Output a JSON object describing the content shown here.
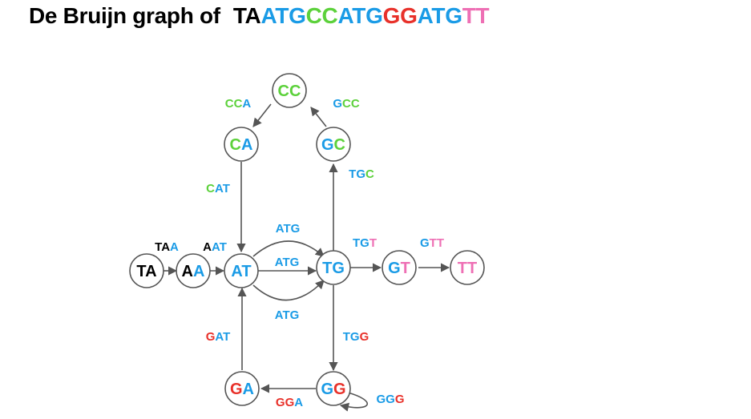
{
  "title": {
    "prefix": "De Bruijn graph of",
    "sequence": [
      {
        "text": "TA",
        "color": "#000000"
      },
      {
        "text": "ATG",
        "color": "#1a9be6"
      },
      {
        "text": "CC",
        "color": "#5cd13b"
      },
      {
        "text": "ATG",
        "color": "#1a9be6"
      },
      {
        "text": "GG",
        "color": "#e8312a"
      },
      {
        "text": "ATG",
        "color": "#1a9be6"
      },
      {
        "text": "TT",
        "color": "#ee6fb4"
      }
    ]
  },
  "colors": {
    "A": "#1a9be6",
    "C": "#5cd13b",
    "G": "#1a9be6",
    "T": "#1a9be6",
    "red": "#e8312a",
    "black": "#000000",
    "pink": "#ee6fb4",
    "edge": "#555555"
  },
  "nodes": [
    {
      "id": "TA",
      "letters": [
        {
          "c": "T",
          "color": "#000000"
        },
        {
          "c": "A",
          "color": "#000000"
        }
      ]
    },
    {
      "id": "AA",
      "letters": [
        {
          "c": "A",
          "color": "#000000"
        },
        {
          "c": "A",
          "color": "#1a9be6"
        }
      ]
    },
    {
      "id": "AT",
      "letters": [
        {
          "c": "A",
          "color": "#1a9be6"
        },
        {
          "c": "T",
          "color": "#1a9be6"
        }
      ]
    },
    {
      "id": "TG",
      "letters": [
        {
          "c": "T",
          "color": "#1a9be6"
        },
        {
          "c": "G",
          "color": "#1a9be6"
        }
      ]
    },
    {
      "id": "GT",
      "letters": [
        {
          "c": "G",
          "color": "#1a9be6"
        },
        {
          "c": "T",
          "color": "#ee6fb4"
        }
      ]
    },
    {
      "id": "TT",
      "letters": [
        {
          "c": "T",
          "color": "#ee6fb4"
        },
        {
          "c": "T",
          "color": "#ee6fb4"
        }
      ]
    },
    {
      "id": "CA",
      "letters": [
        {
          "c": "C",
          "color": "#5cd13b"
        },
        {
          "c": "A",
          "color": "#1a9be6"
        }
      ]
    },
    {
      "id": "CC",
      "letters": [
        {
          "c": "C",
          "color": "#5cd13b"
        },
        {
          "c": "C",
          "color": "#5cd13b"
        }
      ]
    },
    {
      "id": "GC",
      "letters": [
        {
          "c": "G",
          "color": "#1a9be6"
        },
        {
          "c": "C",
          "color": "#5cd13b"
        }
      ]
    },
    {
      "id": "GA",
      "letters": [
        {
          "c": "G",
          "color": "#e8312a"
        },
        {
          "c": "A",
          "color": "#1a9be6"
        }
      ]
    },
    {
      "id": "GG",
      "letters": [
        {
          "c": "G",
          "color": "#1a9be6"
        },
        {
          "c": "G",
          "color": "#e8312a"
        }
      ]
    }
  ],
  "edges": [
    {
      "id": "TAA",
      "from": "TA",
      "to": "AA",
      "letters": [
        {
          "c": "T",
          "color": "#000000"
        },
        {
          "c": "A",
          "color": "#000000"
        },
        {
          "c": "A",
          "color": "#1a9be6"
        }
      ]
    },
    {
      "id": "AAT",
      "from": "AA",
      "to": "AT",
      "letters": [
        {
          "c": "A",
          "color": "#000000"
        },
        {
          "c": "A",
          "color": "#1a9be6"
        },
        {
          "c": "T",
          "color": "#1a9be6"
        }
      ]
    },
    {
      "id": "ATG-top",
      "from": "AT",
      "to": "TG",
      "letters": [
        {
          "c": "A",
          "color": "#1a9be6"
        },
        {
          "c": "T",
          "color": "#1a9be6"
        },
        {
          "c": "G",
          "color": "#1a9be6"
        }
      ]
    },
    {
      "id": "ATG-mid",
      "from": "AT",
      "to": "TG",
      "letters": [
        {
          "c": "A",
          "color": "#1a9be6"
        },
        {
          "c": "T",
          "color": "#1a9be6"
        },
        {
          "c": "G",
          "color": "#1a9be6"
        }
      ]
    },
    {
      "id": "ATG-bot",
      "from": "AT",
      "to": "TG",
      "letters": [
        {
          "c": "A",
          "color": "#1a9be6"
        },
        {
          "c": "T",
          "color": "#1a9be6"
        },
        {
          "c": "G",
          "color": "#1a9be6"
        }
      ]
    },
    {
      "id": "TGT",
      "from": "TG",
      "to": "GT",
      "letters": [
        {
          "c": "T",
          "color": "#1a9be6"
        },
        {
          "c": "G",
          "color": "#1a9be6"
        },
        {
          "c": "T",
          "color": "#ee6fb4"
        }
      ]
    },
    {
      "id": "GTT",
      "from": "GT",
      "to": "TT",
      "letters": [
        {
          "c": "G",
          "color": "#1a9be6"
        },
        {
          "c": "T",
          "color": "#ee6fb4"
        },
        {
          "c": "T",
          "color": "#ee6fb4"
        }
      ]
    },
    {
      "id": "TGC",
      "from": "TG",
      "to": "GC",
      "letters": [
        {
          "c": "T",
          "color": "#1a9be6"
        },
        {
          "c": "G",
          "color": "#1a9be6"
        },
        {
          "c": "C",
          "color": "#5cd13b"
        }
      ]
    },
    {
      "id": "GCC",
      "from": "GC",
      "to": "CC",
      "letters": [
        {
          "c": "G",
          "color": "#1a9be6"
        },
        {
          "c": "C",
          "color": "#5cd13b"
        },
        {
          "c": "C",
          "color": "#5cd13b"
        }
      ]
    },
    {
      "id": "CCA",
      "from": "CC",
      "to": "CA",
      "letters": [
        {
          "c": "C",
          "color": "#5cd13b"
        },
        {
          "c": "C",
          "color": "#5cd13b"
        },
        {
          "c": "A",
          "color": "#1a9be6"
        }
      ]
    },
    {
      "id": "CAT",
      "from": "CA",
      "to": "AT",
      "letters": [
        {
          "c": "C",
          "color": "#5cd13b"
        },
        {
          "c": "A",
          "color": "#1a9be6"
        },
        {
          "c": "T",
          "color": "#1a9be6"
        }
      ]
    },
    {
      "id": "TGG",
      "from": "TG",
      "to": "GG",
      "letters": [
        {
          "c": "T",
          "color": "#1a9be6"
        },
        {
          "c": "G",
          "color": "#1a9be6"
        },
        {
          "c": "G",
          "color": "#e8312a"
        }
      ]
    },
    {
      "id": "GGG",
      "from": "GG",
      "to": "GG",
      "letters": [
        {
          "c": "G",
          "color": "#1a9be6"
        },
        {
          "c": "G",
          "color": "#1a9be6"
        },
        {
          "c": "G",
          "color": "#e8312a"
        }
      ]
    },
    {
      "id": "GGA",
      "from": "GG",
      "to": "GA",
      "letters": [
        {
          "c": "G",
          "color": "#e8312a"
        },
        {
          "c": "G",
          "color": "#e8312a"
        },
        {
          "c": "A",
          "color": "#1a9be6"
        }
      ]
    },
    {
      "id": "GAT",
      "from": "GA",
      "to": "AT",
      "letters": [
        {
          "c": "G",
          "color": "#e8312a"
        },
        {
          "c": "A",
          "color": "#1a9be6"
        },
        {
          "c": "T",
          "color": "#1a9be6"
        }
      ]
    }
  ]
}
